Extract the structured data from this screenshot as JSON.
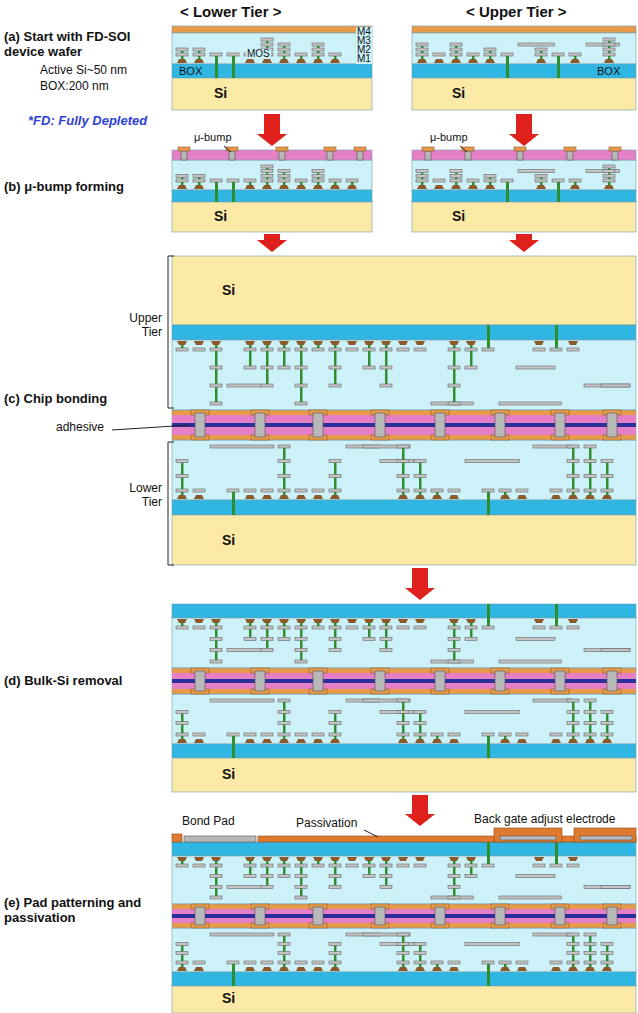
{
  "diagram": {
    "labels": [
      "< Lower Tier >",
      "< Upper Tier >",
      "(a) Start with FD-SOI device wafer",
      "M4",
      "M3",
      "MOS",
      "M2",
      "M1",
      "Active Si~50 nm",
      "BOX",
      "BOX",
      "BOX:200 nm",
      "Si",
      "Si",
      "*FD: Fully Depleted",
      "μ-bump",
      "μ-bump",
      "(b) μ-bump forming",
      "Si",
      "Si",
      "Si",
      "Upper Tier",
      "(c) Chip bonding",
      "adhesive",
      "Lower Tier",
      "Si",
      "(d) Bulk-Si removal",
      "Si",
      "Bond Pad",
      "Passivation",
      "Back gate adjust electrode",
      "(e) Pad patterning and passivation",
      "Si"
    ]
  }
}
